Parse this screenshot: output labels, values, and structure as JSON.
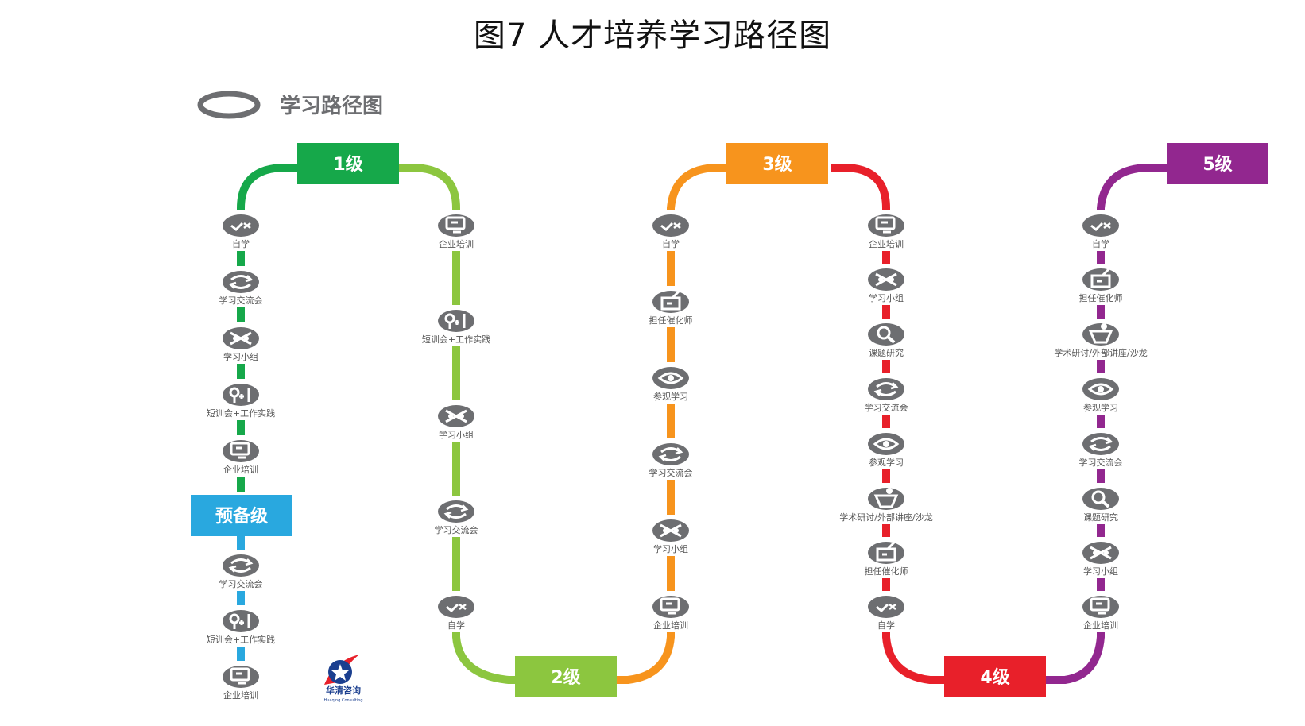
{
  "title": "图7  人才培养学习路径图",
  "header": "学习路径图",
  "logo": {
    "text": "华清咨询",
    "sub": "Huaqing Consulting"
  },
  "colors": {
    "prep": "#29a8df",
    "level1": "#16a84a",
    "level2": "#8cc63f",
    "level3": "#f7941d",
    "level4": "#e8202a",
    "level5": "#92278f",
    "icon": "#6d6e71",
    "label": "#555555"
  },
  "levels": [
    {
      "id": "prep",
      "label": "预备级"
    },
    {
      "id": "level1",
      "label": "1级"
    },
    {
      "id": "level2",
      "label": "2级"
    },
    {
      "id": "level3",
      "label": "3级"
    },
    {
      "id": "level4",
      "label": "4级"
    },
    {
      "id": "level5",
      "label": "5级"
    }
  ],
  "columns": [
    {
      "stations": [
        {
          "icon": "check-icon",
          "label": "自学"
        },
        {
          "icon": "exchange-icon",
          "label": "学习交流会"
        },
        {
          "icon": "group-icon",
          "label": "学习小组"
        },
        {
          "icon": "key-plus-icon",
          "label": "短训会+工作实践"
        },
        {
          "icon": "training-icon",
          "label": "企业培训"
        },
        {
          "icon": "exchange-icon",
          "label": "学习交流会"
        },
        {
          "icon": "key-plus-icon",
          "label": "短训会+工作实践"
        },
        {
          "icon": "training-icon",
          "label": "企业培训"
        }
      ]
    },
    {
      "stations": [
        {
          "icon": "training-icon",
          "label": "企业培训"
        },
        {
          "icon": "key-plus-icon",
          "label": "短训会+工作实践"
        },
        {
          "icon": "group-icon",
          "label": "学习小组"
        },
        {
          "icon": "exchange-icon",
          "label": "学习交流会"
        },
        {
          "icon": "check-icon",
          "label": "自学"
        }
      ]
    },
    {
      "stations": [
        {
          "icon": "check-icon",
          "label": "自学"
        },
        {
          "icon": "mentor-icon",
          "label": "担任催化师"
        },
        {
          "icon": "eye-icon",
          "label": "参观学习"
        },
        {
          "icon": "exchange-icon",
          "label": "学习交流会"
        },
        {
          "icon": "group-icon",
          "label": "学习小组"
        },
        {
          "icon": "training-icon",
          "label": "企业培训"
        }
      ]
    },
    {
      "stations": [
        {
          "icon": "training-icon",
          "label": "企业培训"
        },
        {
          "icon": "group-icon",
          "label": "学习小组"
        },
        {
          "icon": "search-icon",
          "label": "课题研究"
        },
        {
          "icon": "exchange-icon",
          "label": "学习交流会"
        },
        {
          "icon": "eye-icon",
          "label": "参观学习"
        },
        {
          "icon": "seminar-icon",
          "label": "学术研讨/外部讲座/沙龙"
        },
        {
          "icon": "mentor-icon",
          "label": "担任催化师"
        },
        {
          "icon": "check-icon",
          "label": "自学"
        }
      ]
    },
    {
      "stations": [
        {
          "icon": "check-icon",
          "label": "自学"
        },
        {
          "icon": "mentor-icon",
          "label": "担任催化师"
        },
        {
          "icon": "seminar-icon",
          "label": "学术研讨/外部讲座/沙龙"
        },
        {
          "icon": "eye-icon",
          "label": "参观学习"
        },
        {
          "icon": "exchange-icon",
          "label": "学习交流会"
        },
        {
          "icon": "search-icon",
          "label": "课题研究"
        },
        {
          "icon": "group-icon",
          "label": "学习小组"
        },
        {
          "icon": "training-icon",
          "label": "企业培训"
        }
      ]
    }
  ]
}
